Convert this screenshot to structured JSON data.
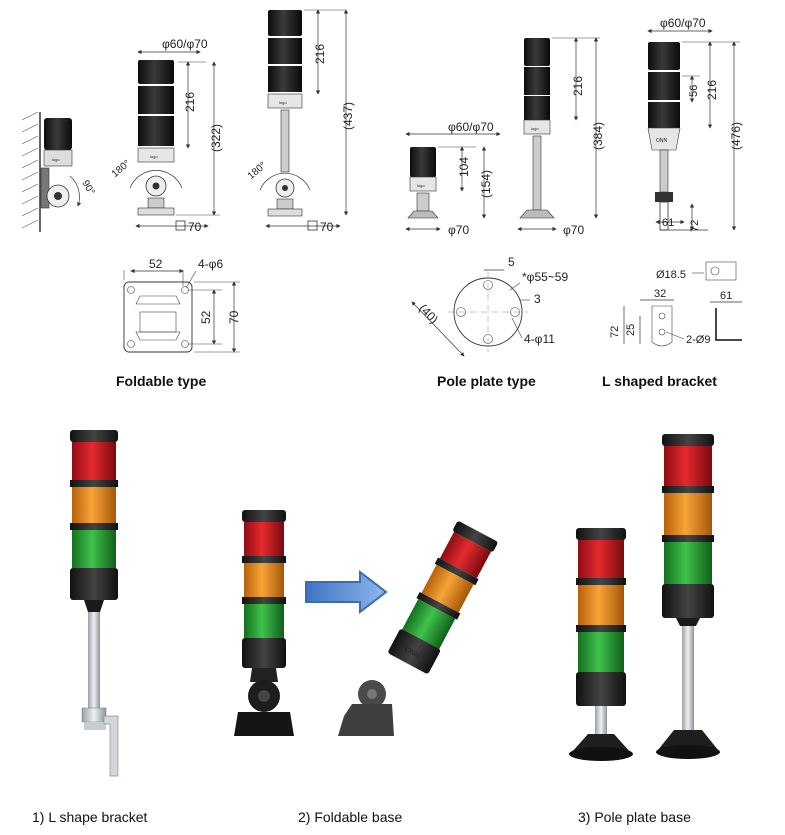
{
  "captions": {
    "foldable_type": "Foldable type",
    "pole_plate_type": "Pole plate type",
    "l_shaped_bracket": "L shaped bracket",
    "photo_1": "1)   L shape bracket",
    "photo_2": "2) Foldable base",
    "photo_3": "3) Pole plate base"
  },
  "dims": {
    "dia_60_70": "φ60/φ70",
    "h216": "216",
    "h322": "(322)",
    "h437": "(437)",
    "h104": "104",
    "h154": "(154)",
    "h384": "(384)",
    "h476": "(476)",
    "h56": "56",
    "h72": "72",
    "w61": "61",
    "sq70": "70",
    "dia70": "φ70",
    "a180": "180°",
    "a90": "90°",
    "w52": "52",
    "holes4_6": "4-φ6",
    "h70": "70",
    "d5": "5",
    "dia55_59": "*φ55~59",
    "d3": "3",
    "d40": "(40)",
    "holes4_11": "4-φ11",
    "dia18_5": "Ø18.5",
    "d32": "32",
    "d25": "25",
    "holes2_9": "2-Ø9",
    "logo": "logo",
    "onn": "ONN"
  },
  "colors": {
    "red": "#c8161d",
    "amber": "#e8891c",
    "green": "#2fa43a",
    "black": "#1a1a1a",
    "arrow": "#5b8fd6"
  }
}
